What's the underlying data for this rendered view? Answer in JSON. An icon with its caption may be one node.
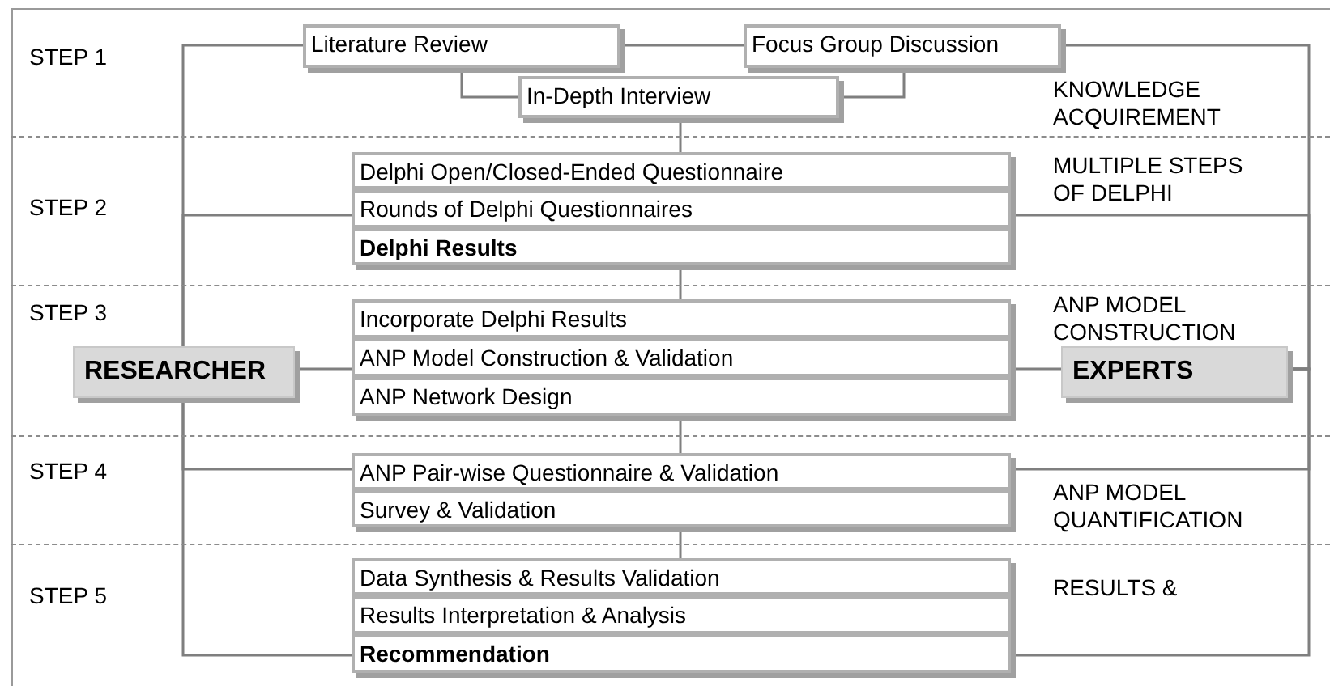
{
  "diagram": {
    "nodes": [
      {
        "text": [
          "STEP 1",
          "KNOWLEDGE ACQUIREMENT"
        ]
      },
      {
        "text": [
          "Literature Review"
        ],
        "in": 0
      },
      {
        "text": [
          "Focus Group Discussion"
        ],
        "in": 0
      },
      {
        "text": [
          "In-Depth Interview"
        ],
        "in": 0
      },
      {
        "text": [
          "STEP 2",
          "MULTIPLE STEPS OF DELPHI"
        ]
      },
      {
        "text": [
          "Delphi Open/Closed-Ended Questionnaire"
        ],
        "in": 4
      },
      {
        "text": [
          "Rounds of Delphi Questionnaires"
        ],
        "in": 4
      },
      {
        "text": [
          "Delphi Results"
        ],
        "in": 4
      },
      {
        "text": [
          "STEP 3",
          "ANP MODEL CONSTRUCTION"
        ]
      },
      {
        "text": [
          "Incorporate Delphi Results"
        ],
        "in": 8
      },
      {
        "text": [
          "RESEARCHER"
        ],
        "in": 8
      },
      {
        "text": [
          "ANP Model Construction & Validation"
        ],
        "in": 8
      },
      {
        "text": [
          "EXPERTS"
        ],
        "in": 8
      },
      {
        "text": [
          "ANP Network Design"
        ],
        "in": 8
      },
      {
        "text": [
          "STEP 4",
          "ANP MODEL QUANTIFICATION"
        ]
      },
      {
        "text": [
          "ANP Pair-wise Questionnaire & Validation"
        ],
        "in": 14
      },
      {
        "text": [
          "Survey & Validation"
        ],
        "in": 14
      },
      {
        "text": [
          "STEP 5",
          "RESULTS &"
        ]
      },
      {
        "text": [
          "Data Synthesis & Results Validation"
        ],
        "in": 17
      },
      {
        "text": [
          "Results Interpretation & Analysis"
        ],
        "in": 17
      },
      {
        "text": [
          "Recommendation"
        ],
        "in": 17
      }
    ],
    "edges": [
      {
        "from": 1,
        "to": 2,
        "arrow": "none"
      },
      {
        "from": 1,
        "to": 3,
        "arrow": "none"
      },
      {
        "from": 2,
        "to": 3,
        "arrow": "none"
      },
      {
        "from": 3,
        "to": 5,
        "arrow": "none"
      },
      {
        "from": 7,
        "to": 9,
        "arrow": "none"
      },
      {
        "from": 13,
        "to": 15,
        "arrow": "none"
      },
      {
        "from": 16,
        "to": 18,
        "arrow": "none"
      },
      {
        "from": 10,
        "to": 1,
        "arrow": "none"
      },
      {
        "from": 10,
        "to": 6,
        "arrow": "none"
      },
      {
        "from": 10,
        "to": 11,
        "arrow": "none"
      },
      {
        "from": 10,
        "to": 15,
        "arrow": "none"
      },
      {
        "from": 10,
        "to": 20,
        "arrow": "none"
      },
      {
        "from": 12,
        "to": 2,
        "arrow": "none"
      },
      {
        "from": 12,
        "to": 6,
        "arrow": "none"
      },
      {
        "from": 12,
        "to": 11,
        "arrow": "none"
      },
      {
        "from": 12,
        "to": 15,
        "arrow": "none"
      },
      {
        "from": 12,
        "to": 20,
        "arrow": "none"
      }
    ]
  }
}
